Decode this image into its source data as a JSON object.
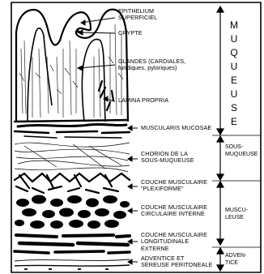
{
  "labels": {
    "epithelium_line1": "EPITHELIUM",
    "epithelium_line2": "SUPERFICIEL",
    "crypte": "CRYPTE",
    "glandes_line1": "GLANDES (cardiales,",
    "glandes_line2": "fundiques, pyloriques)",
    "lamina": "LAMINA PROPRIA",
    "muscularis": "MUSCULARIS MUCOSAE",
    "chorion_line1": "CHORION DE LA",
    "chorion_line2": "SOUS-MUQUEUSE",
    "plexiforme_line1": "COUCHE MUSCULAIRE",
    "plexiforme_line2": "\"PLEXIFORME\"",
    "circulaire_line1": "COUCHE MUSCULAIRE",
    "circulaire_line2": "CIRCULAIRE INTERNE",
    "longitudinale_line1": "COUCHE MUSCULAIRE",
    "longitudinale_line2": "LONGITUDINALE",
    "longitudinale_line3": "EXTERNE",
    "adventice_line1": "ADVENTICE ET",
    "adventice_line2": "SEREUSE PERITONEALE"
  },
  "regions": {
    "muqueuse_letters": [
      "M",
      "U",
      "Q",
      "U",
      "E",
      "U",
      "S",
      "E"
    ],
    "sous_muqueuse_line1": "SOUS-",
    "sous_muqueuse_line2": "MUQUEUSE",
    "musculeuse_line1": "MUSCU-",
    "musculeuse_line2": "LEUSE",
    "adventice_line1": "ADVEN-",
    "adventice_line2": "TICE"
  },
  "colors": {
    "ink": "#000000",
    "paper": "#ffffff"
  }
}
